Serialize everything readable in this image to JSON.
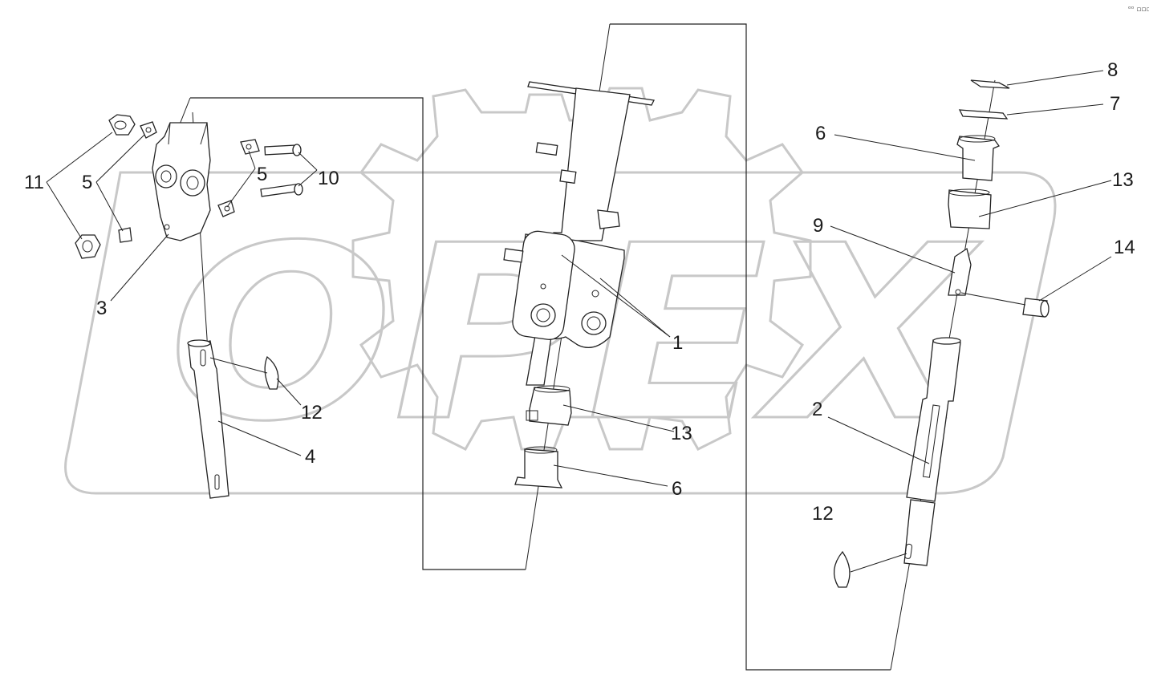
{
  "watermark": {
    "text": "OPEX"
  },
  "corner_mark": "ᵒᵒ ▫▫▫",
  "callouts": {
    "c11": "11",
    "c5a": "5",
    "c5b": "5",
    "c10": "10",
    "c3": "3",
    "c12a": "12",
    "c4": "4",
    "c1": "1",
    "c13a": "13",
    "c6a": "6",
    "c8": "8",
    "c7": "7",
    "c6b": "6",
    "c13b": "13",
    "c9": "9",
    "c14": "14",
    "c2": "2",
    "c12b": "12"
  }
}
